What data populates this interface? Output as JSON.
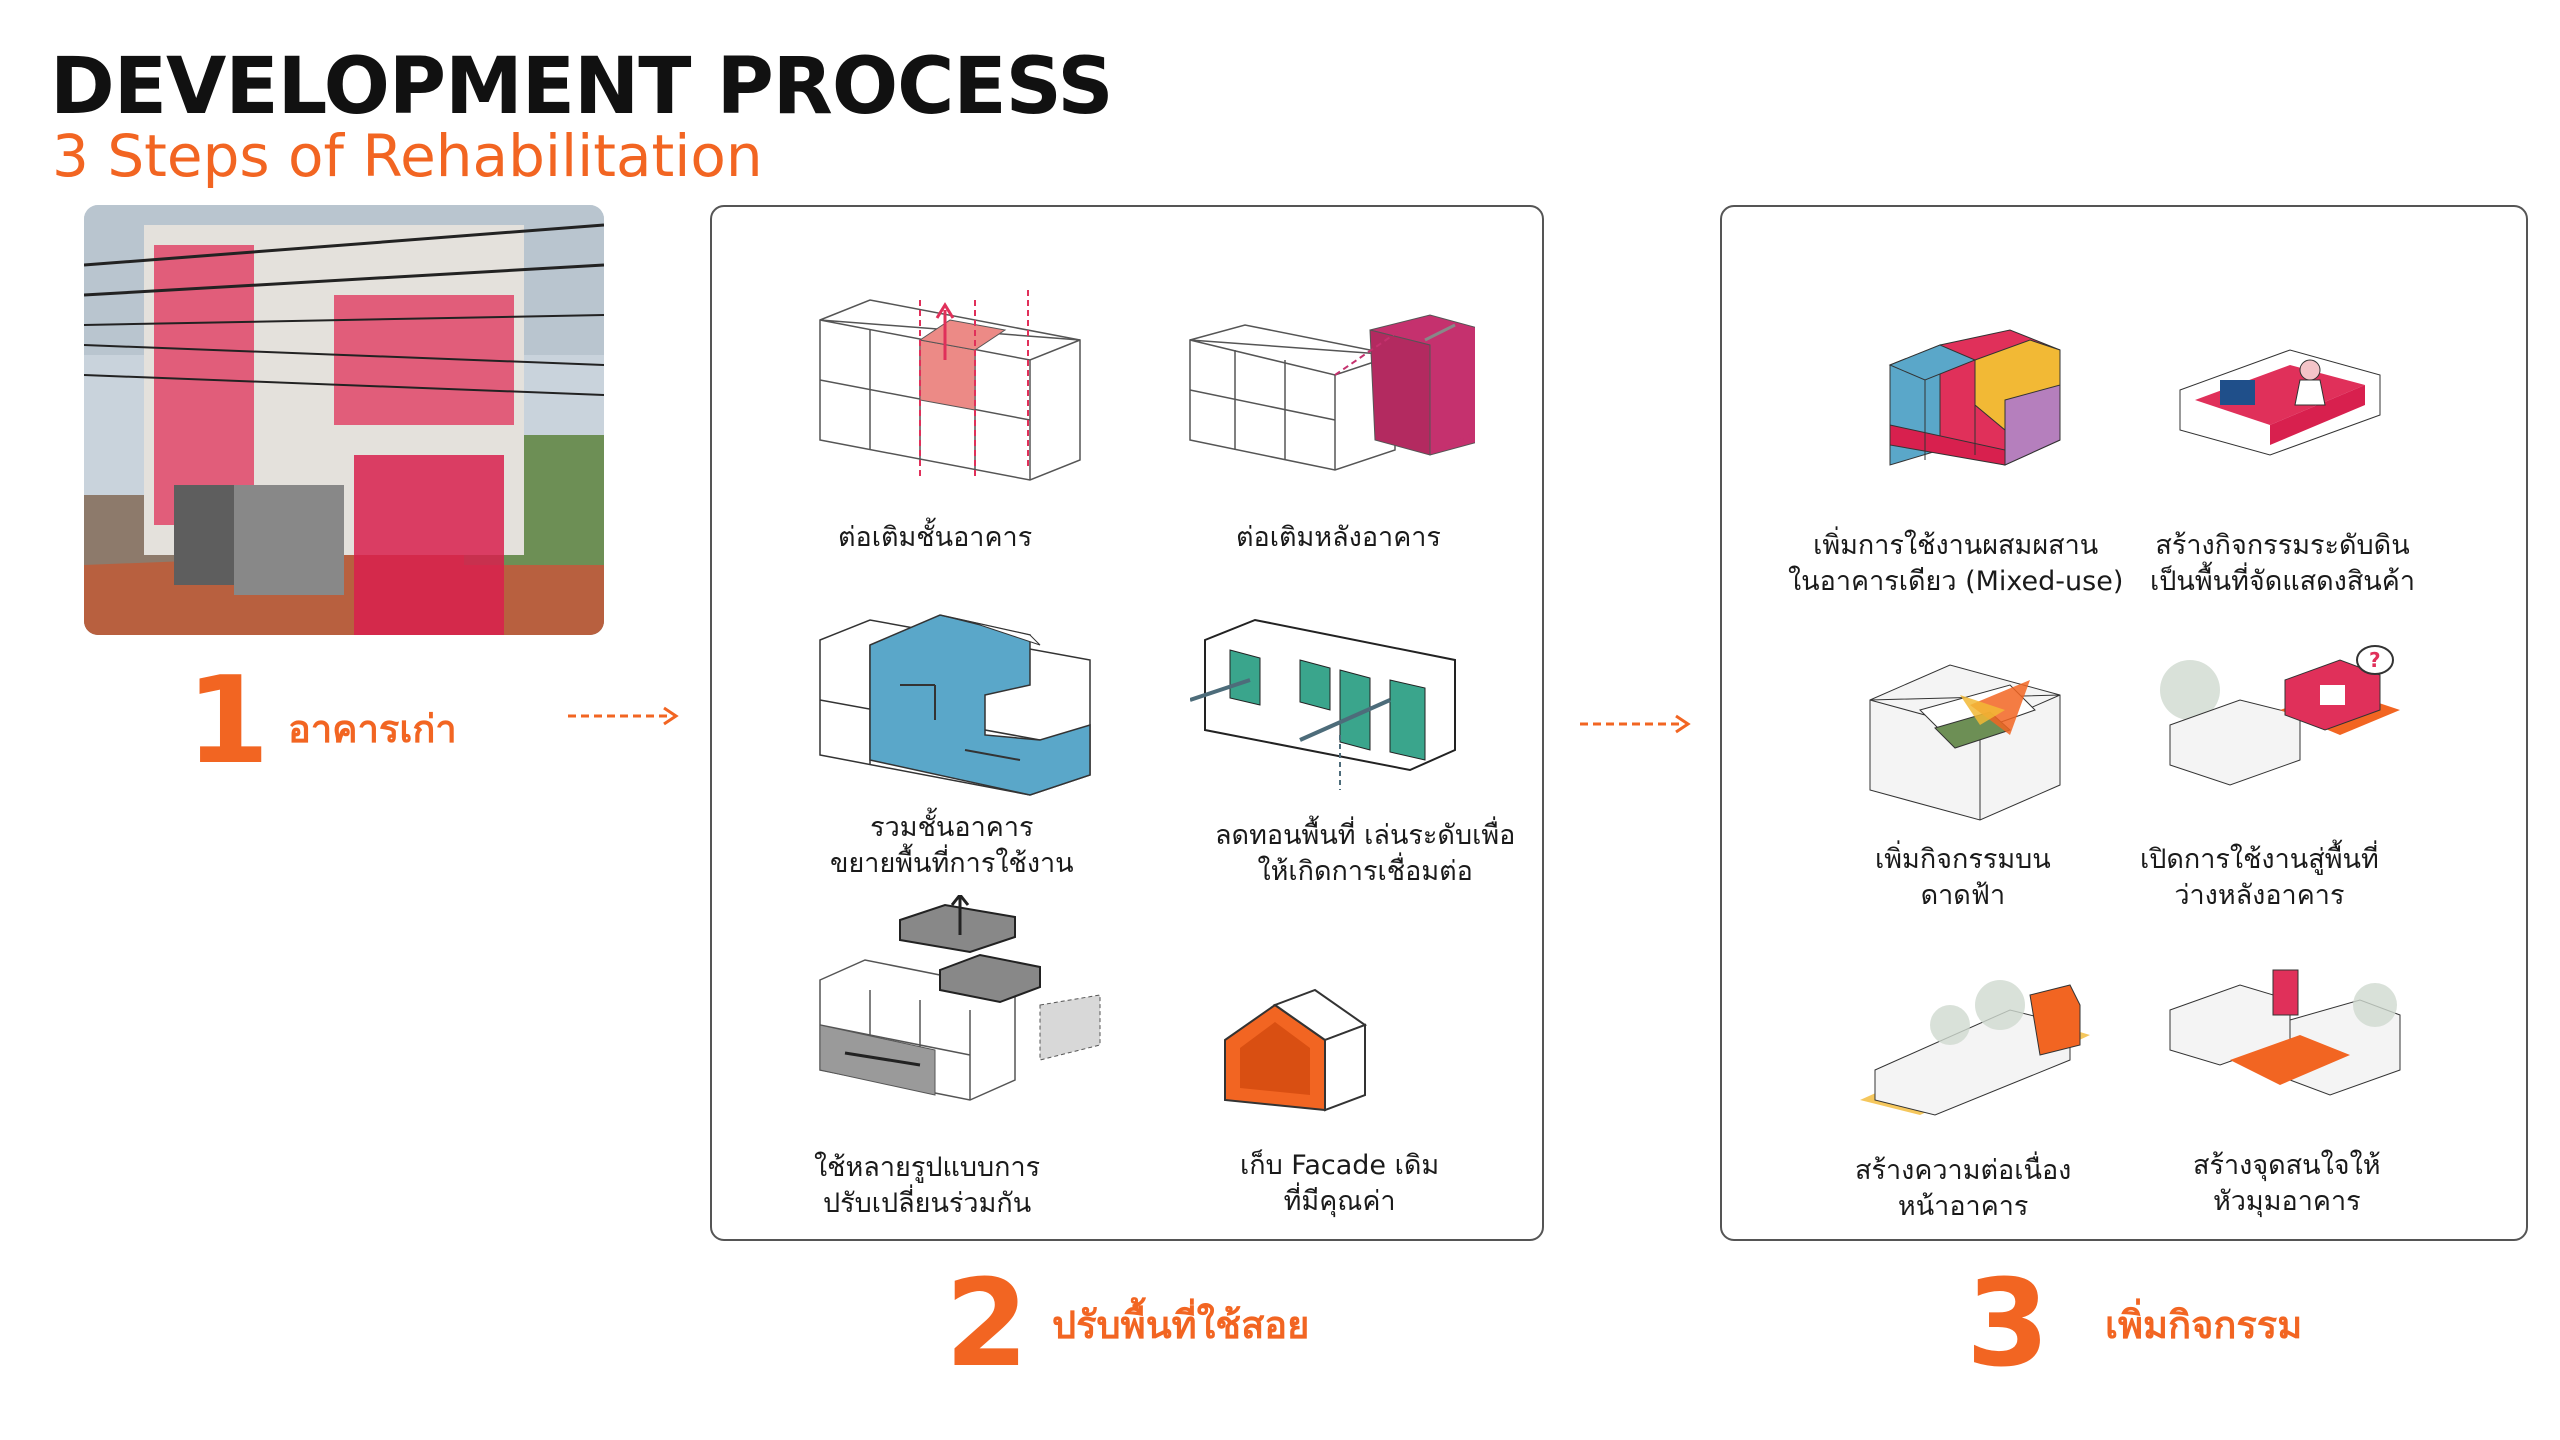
{
  "header": {
    "title": "DEVELOPMENT PROCESS",
    "subtitle": "3 Steps of Rehabilitation"
  },
  "steps": [
    {
      "number": "1",
      "label": "อาคารเก่า"
    },
    {
      "number": "2",
      "label": "ปรับพื้นที่ใช้สอย"
    },
    {
      "number": "3",
      "label": "เพิ่มกิจกรรม"
    }
  ],
  "step2_items": [
    {
      "line1": "ต่อเติมชั้นอาคาร",
      "line2": ""
    },
    {
      "line1": "ต่อเติมหลังอาคาร",
      "line2": ""
    },
    {
      "line1": "รวมชั้นอาคาร",
      "line2": "ขยายพื้นที่การใช้งาน"
    },
    {
      "line1": "ลดทอนพื้นที่ เล่นระดับเพื่อ",
      "line2": "ให้เกิดการเชื่อมต่อ"
    },
    {
      "line1": "ใช้หลายรูปแบบการ",
      "line2": "ปรับเปลี่ยนร่วมกัน"
    },
    {
      "line1": "เก็บ Facade เดิม",
      "line2": "ที่มีคุณค่า"
    }
  ],
  "step3_items": [
    {
      "line1": "เพิ่มการใช้งานผสมผสาน",
      "line2": "ในอาคารเดียว (Mixed-use)"
    },
    {
      "line1": "สร้างกิจกรรมระดับดิน",
      "line2": "เป็นพื้นที่จัดแสดงสินค้า"
    },
    {
      "line1": "เพิ่มกิจกรรมบน",
      "line2": "ดาดฟ้า"
    },
    {
      "line1": "เปิดการใช้งานสู่พื้นที่",
      "line2": "ว่างหลังอาคาร"
    },
    {
      "line1": "สร้างความต่อเนื่อง",
      "line2": "หน้าอาคาร"
    },
    {
      "line1": "สร้างจุดสนใจให้",
      "line2": "หัวมุมอาคาร"
    }
  ],
  "icons": {
    "question_mark": "?"
  },
  "colors": {
    "accent": "#f26522",
    "highlight_red": "#e0305a",
    "teal": "#3aa58c",
    "blue": "#5aa7c9",
    "magenta": "#c5316e",
    "yellow": "#f2b935",
    "gray": "#9a9a9a"
  }
}
